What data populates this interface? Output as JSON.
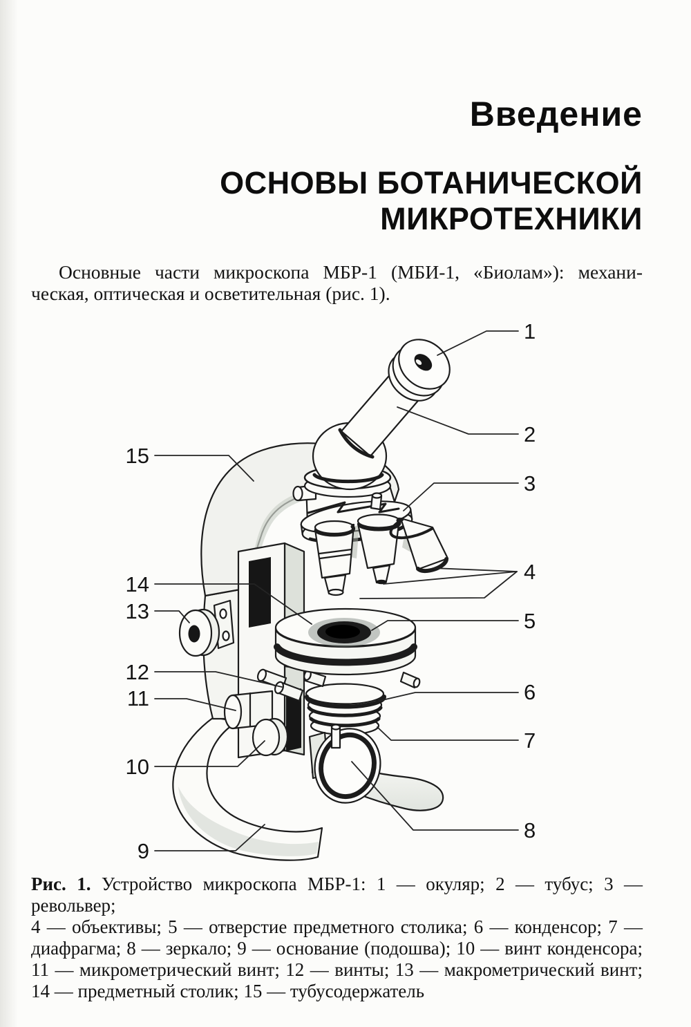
{
  "page": {
    "chapter_title": "Введение",
    "section_title_line1": "ОСНОВЫ БОТАНИЧЕСКОЙ",
    "section_title_line2": "МИКРОТЕХНИКИ",
    "intro_line1": "Основные части микроскопа МБР-1 (МБИ-1, «Биолам»): механи-",
    "intro_line2": "ческая, оптическая и осветительная (рис. 1)."
  },
  "figure": {
    "parts": [
      {
        "n": "1",
        "name": "окуляр"
      },
      {
        "n": "2",
        "name": "тубус"
      },
      {
        "n": "3",
        "name": "револьвер"
      },
      {
        "n": "4",
        "name": "объективы"
      },
      {
        "n": "5",
        "name": "отверстие предметного столика"
      },
      {
        "n": "6",
        "name": "конденсор"
      },
      {
        "n": "7",
        "name": "диафрагма"
      },
      {
        "n": "8",
        "name": "зеркало"
      },
      {
        "n": "9",
        "name": "основание (подошва)"
      },
      {
        "n": "10",
        "name": "винт конденсора"
      },
      {
        "n": "11",
        "name": "микрометрический винт"
      },
      {
        "n": "12",
        "name": "винты"
      },
      {
        "n": "13",
        "name": "макрометрический винт"
      },
      {
        "n": "14",
        "name": "предметный столик"
      },
      {
        "n": "15",
        "name": "тубусодержатель"
      }
    ],
    "caption": {
      "figure_label": "Рис. 1.",
      "line1_rest": "Устройство микроскопа МБР-1: 1 — окуляр; 2 — тубус; 3 — револьвер;",
      "line2": "4 — объективы; 5 — отверстие предметного столика; 6 — конденсор; 7 —",
      "line3": "диафрагма; 8 — зеркало; 9 — основание (подошва); 10 — винт конденсора;",
      "line4": "11 — микрометрический винт; 12 — винты; 13 — макрометрический винт;",
      "line5": "14 — предметный столик; 15 — тубусодержатель"
    }
  }
}
